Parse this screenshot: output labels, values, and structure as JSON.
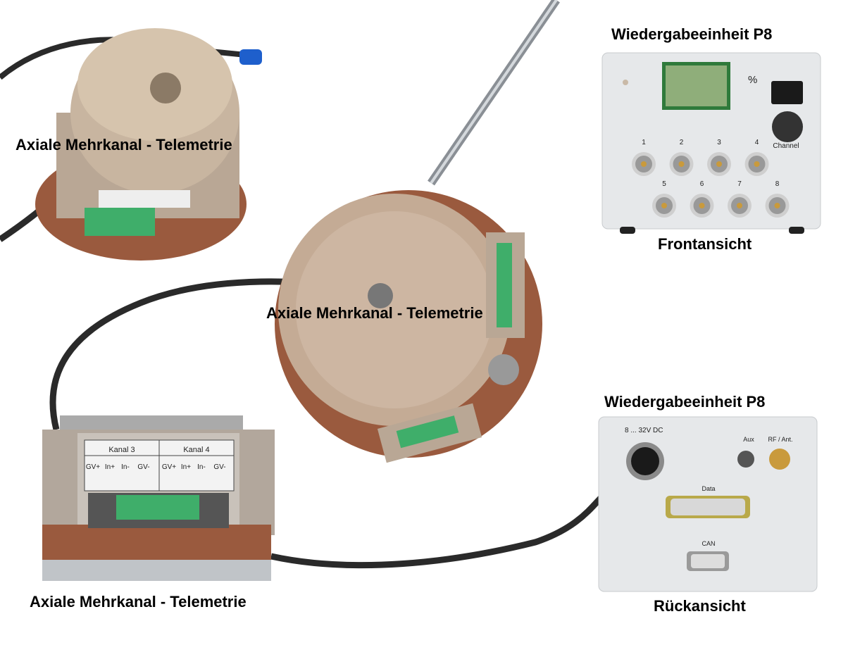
{
  "labels": {
    "telemetry_top": "Axiale Mehrkanal - Telemetrie",
    "telemetry_center": "Axiale Mehrkanal - Telemetrie",
    "telemetry_bottom": "Axiale Mehrkanal - Telemetrie",
    "front_title": "Wiedergabeeinheit P8",
    "front_caption": "Frontansicht",
    "rear_title": "Wiedergabeeinheit P8",
    "rear_caption": "Rückansicht"
  },
  "front_panel": {
    "unit": "%",
    "knob_label": "Channel",
    "channels": [
      "1",
      "2",
      "3",
      "4",
      "5",
      "6",
      "7",
      "8"
    ]
  },
  "rear_panel": {
    "power": "8 ... 32V DC",
    "aux": "Aux",
    "rf": "RF / Ant.",
    "data": "Data",
    "can": "CAN"
  },
  "terminal_label": {
    "kanal_a": "Kanal 3",
    "kanal_b": "Kanal 4",
    "pins": [
      "GV+",
      "In+",
      "In-",
      "GV-",
      "GV+",
      "In+",
      "In-",
      "GV-"
    ]
  },
  "colors": {
    "cable": "#2a2a2a",
    "panel": "#e6e8ea",
    "copper": "#9a5a3e",
    "metal": "#b9a795",
    "terminal": "#3fae6a"
  }
}
